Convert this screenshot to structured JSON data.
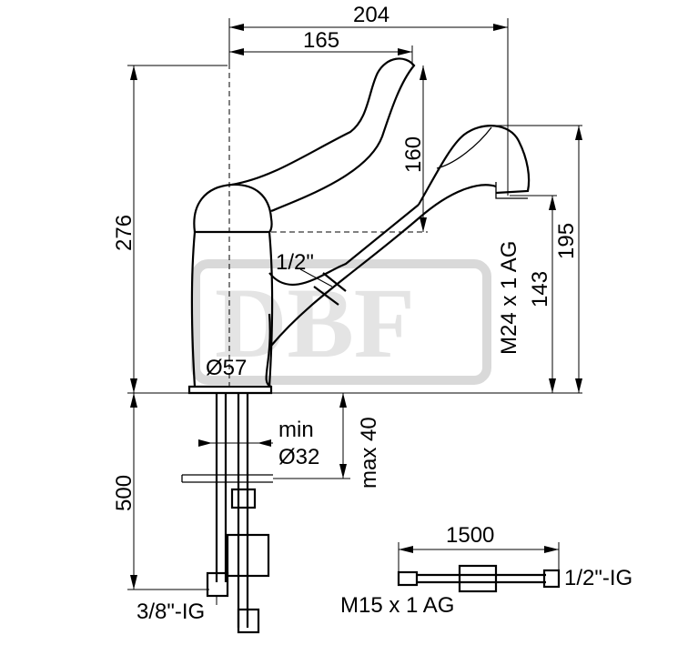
{
  "watermark": "DBF",
  "dimensions": {
    "overall_reach": "204",
    "lever_reach": "165",
    "total_height": "276",
    "lever_height": "160",
    "spout_height": "195",
    "outlet_height": "143",
    "base_diameter": "Ø57",
    "inlet_thread": "1/2\"",
    "outlet_thread": "M24 x 1 AG",
    "hose_length": "500",
    "hole_min_label": "min",
    "hole_min_diameter": "Ø32",
    "max_deck_thickness": "max 40",
    "supply_connection": "3/8\"-IG",
    "pullout_hose_length": "1500",
    "hose_end_left": "M15 x 1 AG",
    "hose_end_right": "1/2\"-IG"
  }
}
